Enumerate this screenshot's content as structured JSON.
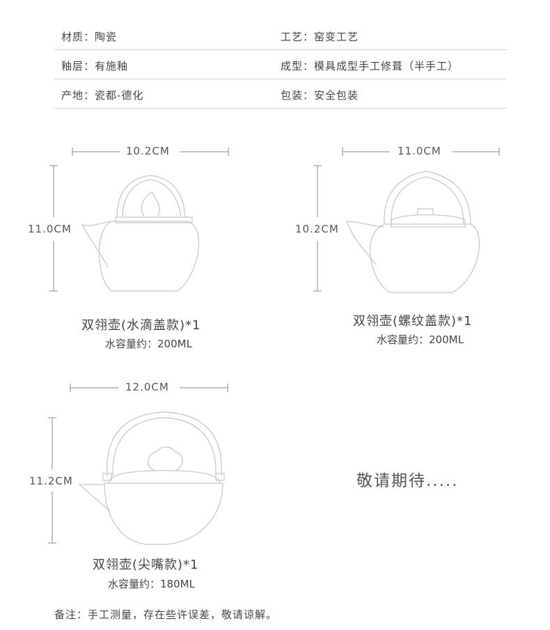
{
  "specs": [
    {
      "left": "材质：陶瓷",
      "right": "工艺：窑变工艺"
    },
    {
      "left": "釉层：有施釉",
      "right": "成型：模具成型手工修葺（半手工）"
    },
    {
      "left": "产地：瓷都-德化",
      "right": "包装：安全包装"
    }
  ],
  "products": [
    {
      "width": "10.2CM",
      "height": "11.0CM",
      "name": "双翎壶(水滴盖款)*1",
      "capacity": "水容量约：200ML"
    },
    {
      "width": "11.0CM",
      "height": "10.2CM",
      "name": "双翎壶(螺纹盖款)*1",
      "capacity": "水容量约：200ML"
    },
    {
      "width": "12.0CM",
      "height": "11.2CM",
      "name": "双翎壶(尖嘴款)*1",
      "capacity": "水容量约：180ML"
    }
  ],
  "coming_soon": "敬请期待.....",
  "note": "备注：手工测量，存在些许误差，敬请谅解。",
  "colors": {
    "line": "#cfcfcf",
    "outline": "#c8c8c8",
    "text": "#444444"
  }
}
